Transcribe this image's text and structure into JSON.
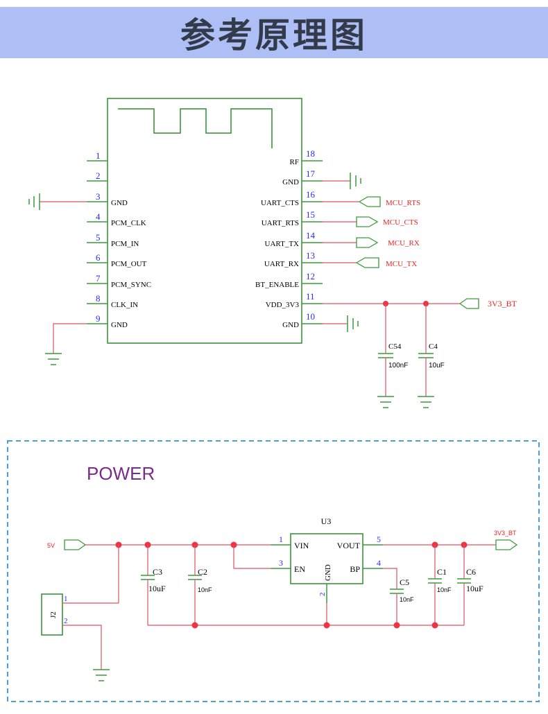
{
  "banner": {
    "title": "参考原理图"
  },
  "colors": {
    "banner_bg": "#aebff5",
    "wire": "#e05060",
    "pin": "#3a9a3a",
    "body": "#2e8b2e",
    "pin_number": "#2a2aff",
    "net_label": "#ee2222",
    "node": "#ee3344",
    "power_title": "#7a2a8a",
    "frame": "#4a9ee0"
  },
  "module": {
    "left_pins": [
      {
        "num": "1",
        "name": ""
      },
      {
        "num": "2",
        "name": ""
      },
      {
        "num": "3",
        "name": "GND"
      },
      {
        "num": "4",
        "name": "PCM_CLK"
      },
      {
        "num": "5",
        "name": "PCM_IN"
      },
      {
        "num": "6",
        "name": "PCM_OUT"
      },
      {
        "num": "7",
        "name": "PCM_SYNC"
      },
      {
        "num": "8",
        "name": "CLK_IN"
      },
      {
        "num": "9",
        "name": "GND"
      }
    ],
    "right_pins": [
      {
        "num": "18",
        "name": "RF"
      },
      {
        "num": "17",
        "name": "GND"
      },
      {
        "num": "16",
        "name": "UART_CTS"
      },
      {
        "num": "15",
        "name": "UART_RTS"
      },
      {
        "num": "14",
        "name": "UART_TX"
      },
      {
        "num": "13",
        "name": "UART_RX"
      },
      {
        "num": "12",
        "name": "BT_ENABLE"
      },
      {
        "num": "11",
        "name": "VDD_3V3"
      },
      {
        "num": "10",
        "name": "GND"
      }
    ],
    "nets": {
      "mcu_rts": "MCU_RTS",
      "mcu_cts": "MCU_CTS",
      "mcu_rx": "MCU_RX",
      "mcu_tx": "MCU_TX",
      "v3v3_bt": "3V3_BT"
    },
    "caps": [
      {
        "ref": "C54",
        "value": "100nF"
      },
      {
        "ref": "C4",
        "value": "10uF"
      }
    ]
  },
  "power": {
    "title": "POWER",
    "input_net": "5V",
    "output_net": "3V3_BT",
    "regulator": {
      "ref": "U3",
      "pins": [
        {
          "num": "1",
          "name": "VIN"
        },
        {
          "num": "3",
          "name": "EN"
        },
        {
          "num": "2",
          "name": "GND"
        },
        {
          "num": "5",
          "name": "VOUT"
        },
        {
          "num": "4",
          "name": "BP"
        }
      ]
    },
    "connector": {
      "ref": "J2",
      "pin1": "1",
      "pin2": "2"
    },
    "caps": [
      {
        "ref": "C3",
        "value": "10uF"
      },
      {
        "ref": "C2",
        "value": "10nF"
      },
      {
        "ref": "C5",
        "value": "10nF"
      },
      {
        "ref": "C1",
        "value": "10nF"
      },
      {
        "ref": "C6",
        "value": "10uF"
      }
    ]
  }
}
